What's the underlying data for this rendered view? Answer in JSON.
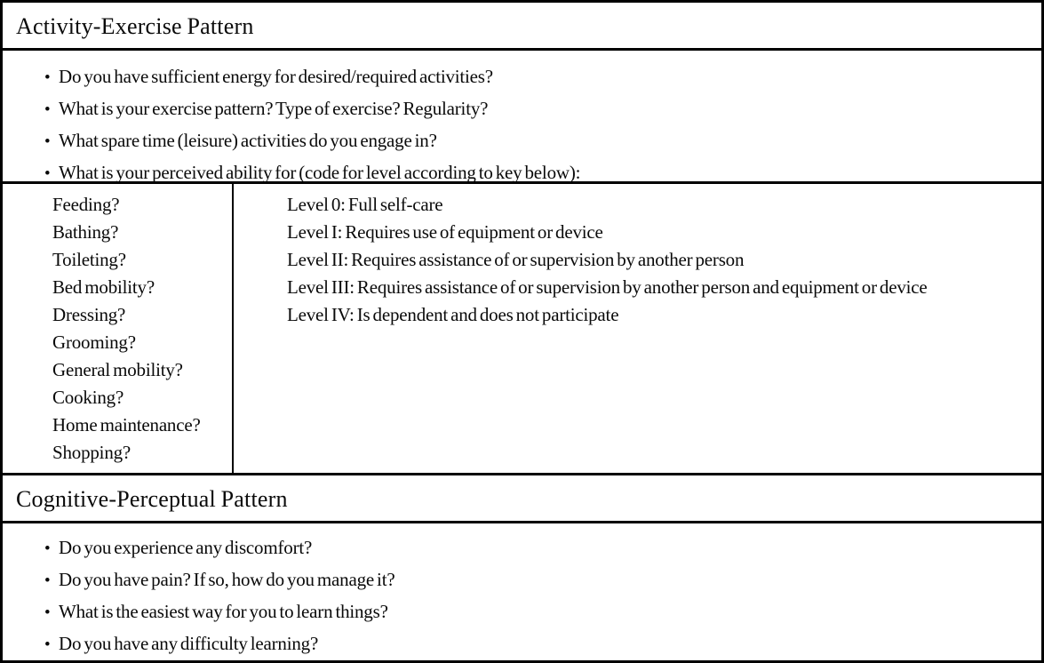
{
  "colors": {
    "border": "#000000",
    "background": "#ffffff",
    "text": "#0a0a0a"
  },
  "glyphs": {
    "bullet": "•"
  },
  "activity_section": {
    "title": "Activity-Exercise Pattern",
    "questions": [
      "Do you have sufficient energy for desired/required activities?",
      "What is your exercise pattern? Type of exercise? Regularity?",
      "What spare time (leisure) activities do you engage in?",
      "What is your perceived ability for (code for level according to key below):"
    ],
    "abilities": [
      "Feeding?",
      "Bathing?",
      "Toileting?",
      "Bed mobility?",
      "Dressing?",
      "Grooming?",
      "General mobility?",
      "Cooking?",
      "Home maintenance?",
      "Shopping?"
    ],
    "level_key": [
      "Level 0: Full self-care",
      "Level I: Requires use of equipment or device",
      "Level II: Requires assistance of or supervision by another person",
      "Level III: Requires assistance of or supervision by another person and equipment or device",
      "Level IV: Is dependent and does not participate"
    ]
  },
  "cognitive_section": {
    "title": "Cognitive-Perceptual Pattern",
    "questions": [
      "Do you experience any discomfort?",
      "Do you have pain? If so, how do you manage it?",
      "What is the easiest way for you to learn things?",
      "Do you have any difficulty learning?"
    ]
  }
}
